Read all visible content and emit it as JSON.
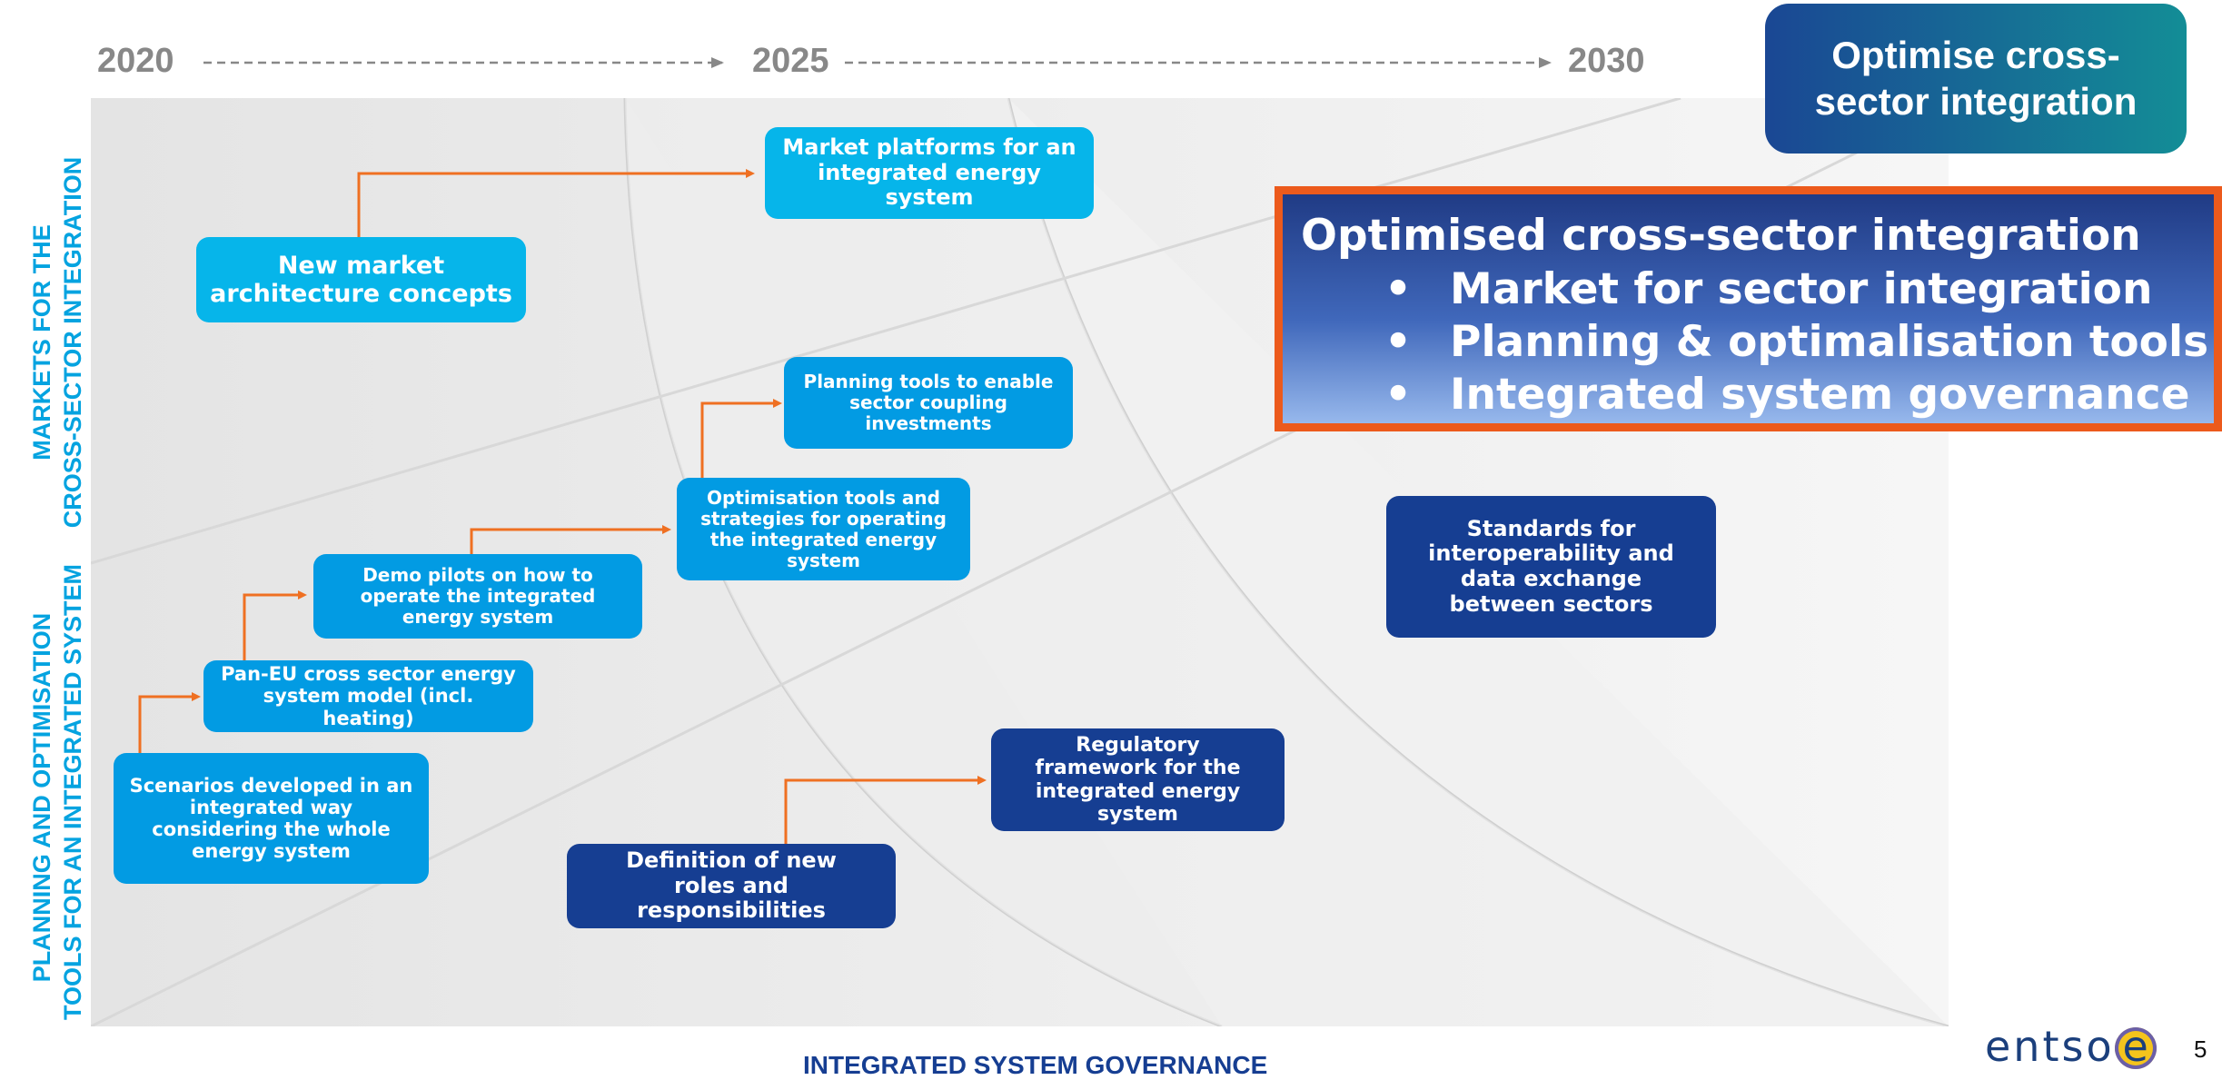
{
  "timeline": {
    "years": [
      "2020",
      "2025",
      "2030"
    ]
  },
  "title_box": {
    "line1": "Optimise cross-",
    "line2": "sector integration"
  },
  "summary": {
    "heading": "Optimised cross-sector integration",
    "bullet_symbol": "•",
    "items": [
      "Market for sector integration",
      "Planning & optimalisation tools",
      "Integrated system governance"
    ]
  },
  "side_labels": {
    "markets": [
      "MARKETS FOR THE",
      "CROSS-SECTOR INTEGRATION"
    ],
    "planning": [
      "PLANNING AND OPTIMISATION",
      "TOOLS FOR AN INTEGRATED SYSTEM"
    ]
  },
  "footer_label": "INTEGRATED SYSTEM GOVERNANCE",
  "boxes": {
    "market_platforms": "Market platforms for an integrated energy system",
    "new_market_architecture": "New market architecture concepts",
    "planning_tools": "Planning tools to enable sector coupling investments",
    "optimisation_tools": "Optimisation tools and strategies for operating the integrated energy system",
    "demo_pilots": "Demo pilots on how to operate the integrated energy system",
    "pan_eu_model": "Pan-EU cross sector energy system model (incl. heating)",
    "scenarios": "Scenarios developed in an integrated way considering the whole energy system",
    "standards": "Standards for interoperability and data exchange between sectors",
    "regulatory_framework": "Regulatory framework for the integrated energy system",
    "roles_responsibilities": "Definition of new roles and responsibilities"
  },
  "logo": {
    "text": "entso",
    "e_letter": "e"
  },
  "page_number": "5",
  "colors": {
    "orange_arrow": "#ef7022",
    "cyan_box": "#06b5ea",
    "light_blue_box": "#029be3",
    "dark_blue_box": "#163e92",
    "summary_border": "#ec5a1c",
    "side_label": "#04a3e0"
  }
}
